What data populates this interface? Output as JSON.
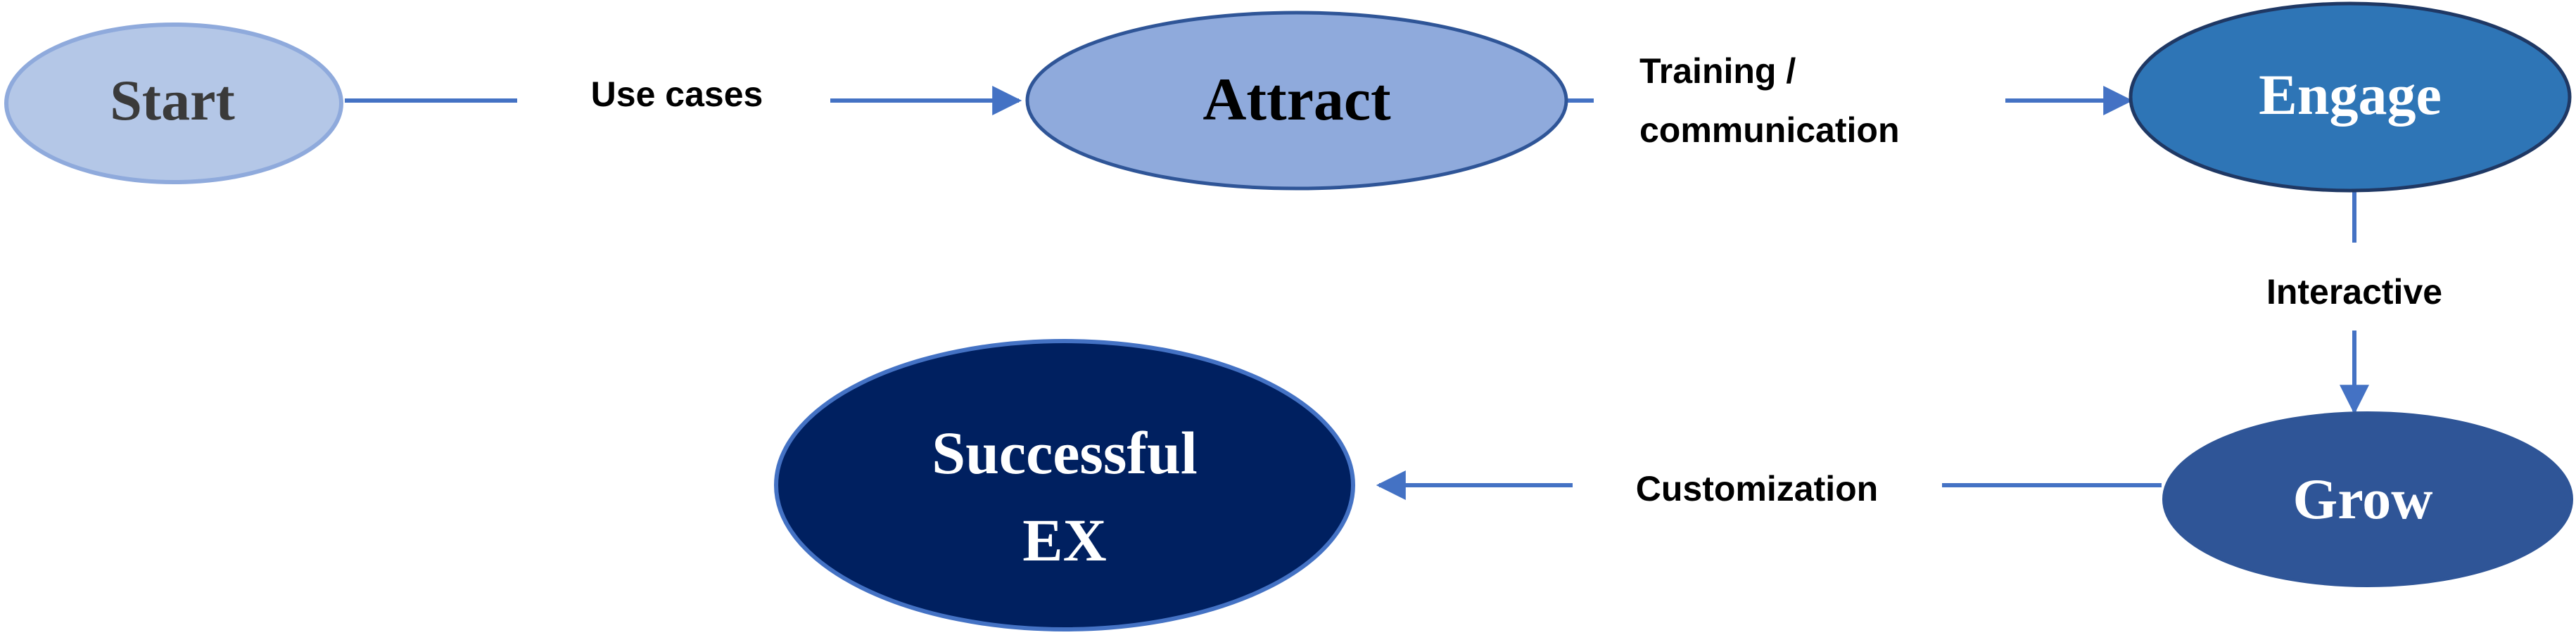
{
  "nodes": {
    "start": {
      "label": "Start",
      "fill": "#b4c7e7",
      "stroke": "#8faadc",
      "text_color": "#3a3a3a"
    },
    "attract": {
      "label": "Attract",
      "fill": "#8faadc",
      "stroke": "#2f5597",
      "text_color": "#000000"
    },
    "engage": {
      "label": "Engage",
      "fill": "#2e75b6",
      "stroke": "#1f3864",
      "text_color": "#ffffff"
    },
    "grow": {
      "label": "Grow",
      "fill": "#2f5597",
      "stroke": "#2f5597",
      "text_color": "#ffffff"
    },
    "successful_ex": {
      "label_line1": "Successful",
      "label_line2": "EX",
      "fill": "#002060",
      "stroke": "#4472c4",
      "text_color": "#ffffff"
    }
  },
  "edges": {
    "start_attract": {
      "label": "Use cases"
    },
    "attract_engage": {
      "label_line1": "Training /",
      "label_line2": "communication"
    },
    "engage_grow": {
      "label": "Interactive"
    },
    "grow_successful": {
      "label": "Customization"
    }
  },
  "arrow_color": "#4472c4"
}
